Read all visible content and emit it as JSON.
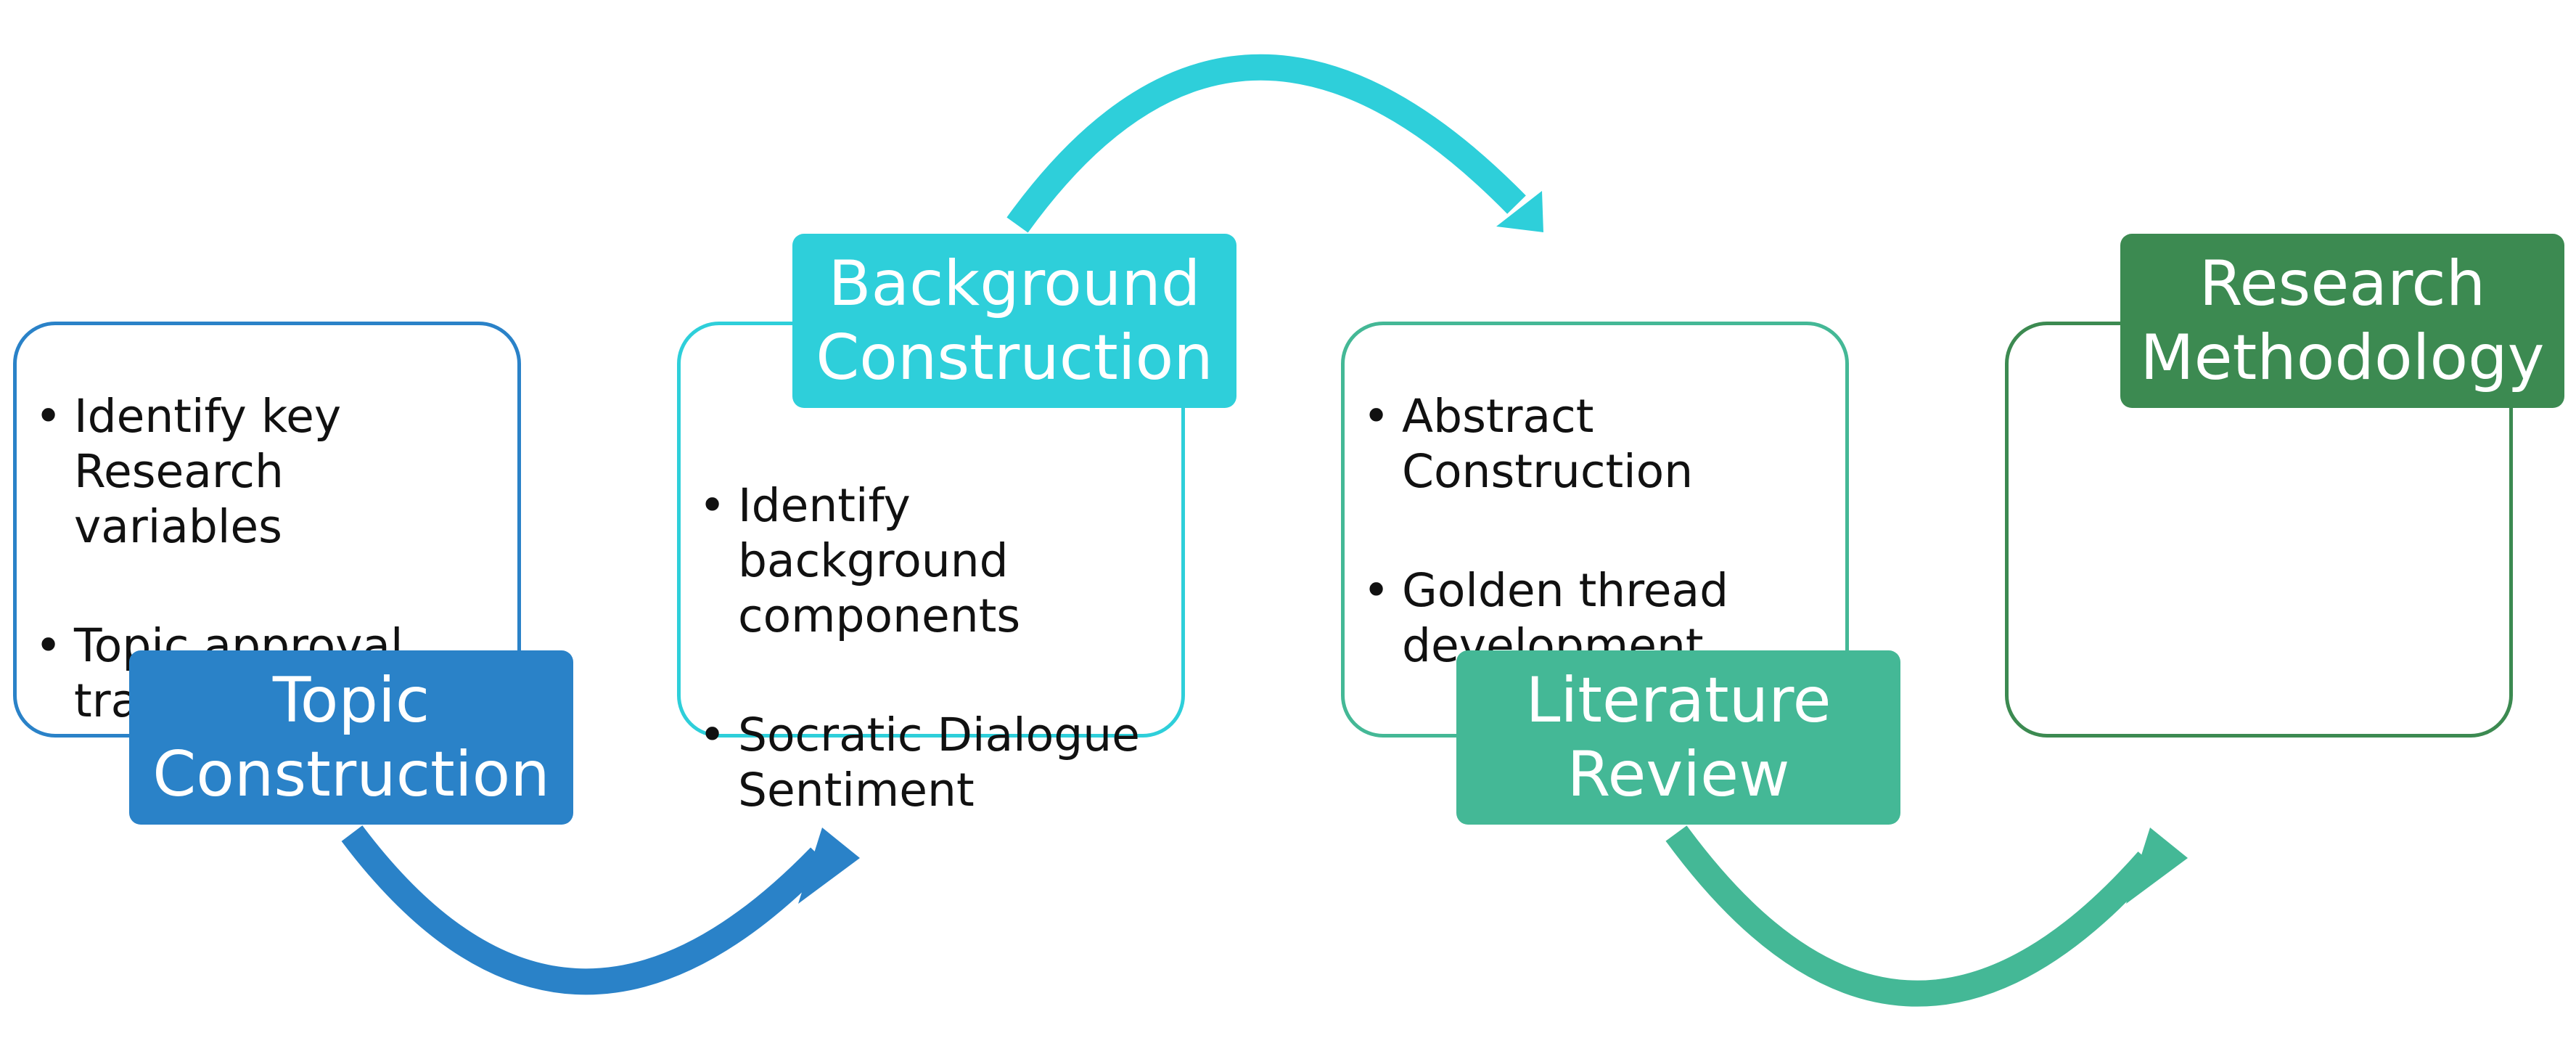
{
  "colors": {
    "topic": "#2a82c8",
    "background": "#2ecfda",
    "literature": "#44b896",
    "methodology": "#3c8a51"
  },
  "stages": [
    {
      "title": "Topic\nConstruction",
      "bullets": [
        "Identify key\nResearch\nvariables",
        "Topic approval\ntracking"
      ]
    },
    {
      "title": "Background\nConstruction",
      "bullets": [
        "Identify\nbackground\ncomponents",
        "Socratic Dialogue\nSentiment"
      ]
    },
    {
      "title": "Literature\nReview",
      "bullets": [
        "Abstract\nConstruction",
        "Golden thread\ndevelopment"
      ]
    },
    {
      "title": "Research\nMethodology",
      "bullets": []
    }
  ]
}
